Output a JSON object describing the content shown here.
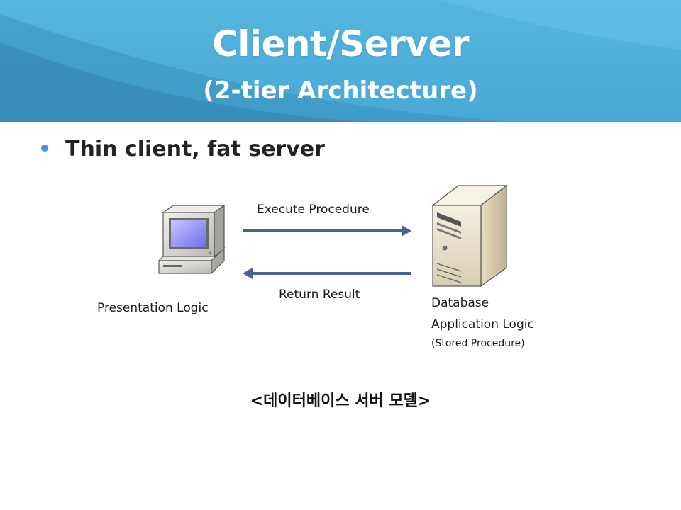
{
  "slide": {
    "title": "Client/Server",
    "subtitle": "(2-tier Architecture)",
    "bullet": "Thin client, fat server",
    "caption": "<데이터베이스 서버 모델>"
  },
  "diagram": {
    "client_label": "Presentation Logic",
    "request_label": "Execute Procedure",
    "response_label": "Return Result",
    "server_label_line1": "Database",
    "server_label_line2": "Application Logic",
    "server_label_line3": "(Stored Procedure)"
  },
  "colors": {
    "header": "#4aa9d6",
    "arrow": "#4a5f94",
    "bullet": "#3d9ad0"
  },
  "icons": {
    "client": "computer-icon",
    "server": "server-icon"
  }
}
